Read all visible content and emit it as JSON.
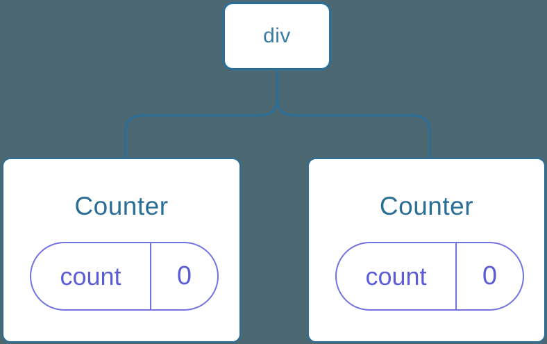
{
  "tree": {
    "root": {
      "label": "div"
    },
    "children": [
      {
        "title": "Counter",
        "state": {
          "key": "count",
          "value": "0"
        }
      },
      {
        "title": "Counter",
        "state": {
          "key": "count",
          "value": "0"
        }
      }
    ]
  },
  "colors": {
    "background": "#4C6973",
    "node_fill": "#FFFFFF",
    "node_border": "#2B6E99",
    "connector_line": "#2B6E99",
    "root_label_text": "#3B7CA4",
    "component_title_text": "#2A6E96",
    "state_pill_border": "#7272E0",
    "state_pill_text": "#5C5CD6"
  }
}
